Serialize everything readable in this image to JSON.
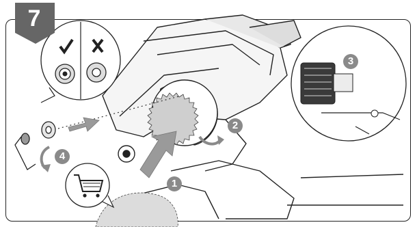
{
  "step": {
    "number": "7"
  },
  "callouts": {
    "c1": "1",
    "c2": "2",
    "c3": "3",
    "c4": "4"
  },
  "symbols": {
    "correct": "check-icon",
    "incorrect": "x-icon",
    "accessory": "shopping-cart-icon"
  },
  "colors": {
    "badge": "#666666",
    "callout": "#8a8a8a",
    "arrow": "#999999",
    "line": "#222222"
  }
}
